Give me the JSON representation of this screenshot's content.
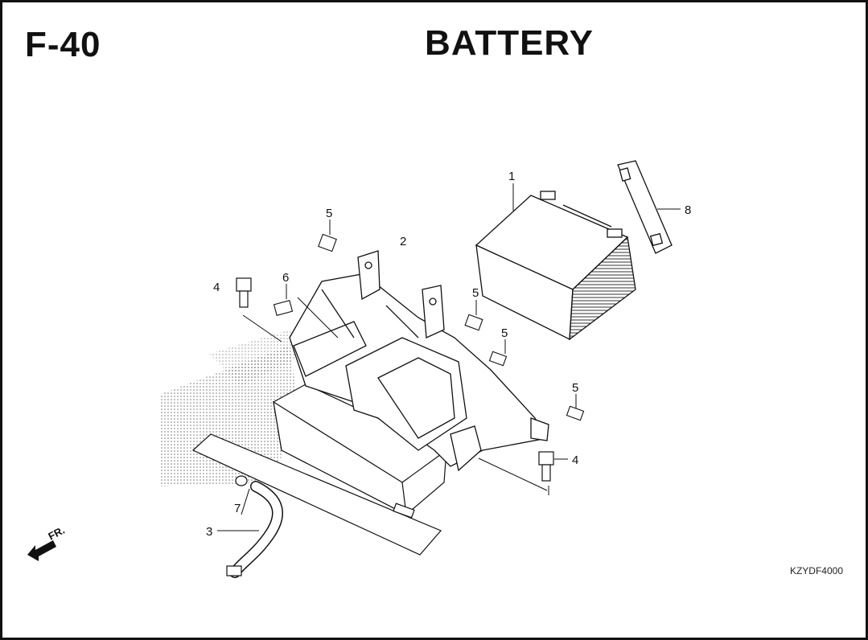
{
  "header": {
    "section_code": "F-40",
    "title": "BATTERY"
  },
  "diagram": {
    "callouts": [
      {
        "id": "c1",
        "label": "1"
      },
      {
        "id": "c2",
        "label": "2"
      },
      {
        "id": "c3",
        "label": "3"
      },
      {
        "id": "c4a",
        "label": "4"
      },
      {
        "id": "c4b",
        "label": "4"
      },
      {
        "id": "c5a",
        "label": "5"
      },
      {
        "id": "c5b",
        "label": "5"
      },
      {
        "id": "c5c",
        "label": "5"
      },
      {
        "id": "c5d",
        "label": "5"
      },
      {
        "id": "c6",
        "label": "6"
      },
      {
        "id": "c7",
        "label": "7"
      },
      {
        "id": "c8",
        "label": "8"
      }
    ],
    "direction_label": "FR.",
    "reference_code": "KZYDF4000"
  }
}
